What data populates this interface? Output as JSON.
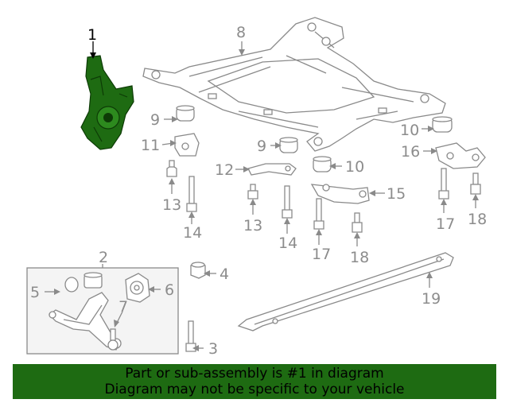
{
  "callouts": {
    "c1": "1",
    "c2": "2",
    "c3": "3",
    "c4": "4",
    "c5": "5",
    "c6": "6",
    "c7": "7",
    "c8": "8",
    "c9a": "9",
    "c9b": "9",
    "c10a": "10",
    "c10b": "10",
    "c11": "11",
    "c12": "12",
    "c13a": "13",
    "c13b": "13",
    "c14a": "14",
    "c14b": "14",
    "c15": "15",
    "c16": "16",
    "c17a": "17",
    "c17b": "17",
    "c18a": "18",
    "c18b": "18",
    "c19": "19"
  },
  "highlighted_part": "1",
  "colors": {
    "highlight": "#1e6b12",
    "line": "#8a8a8a",
    "callout": "#8c8c8c",
    "banner": "#1e6b12"
  },
  "banner": {
    "line1": "Part or sub-assembly is #1 in diagram",
    "line2": "Diagram may not be specific to your vehicle"
  }
}
